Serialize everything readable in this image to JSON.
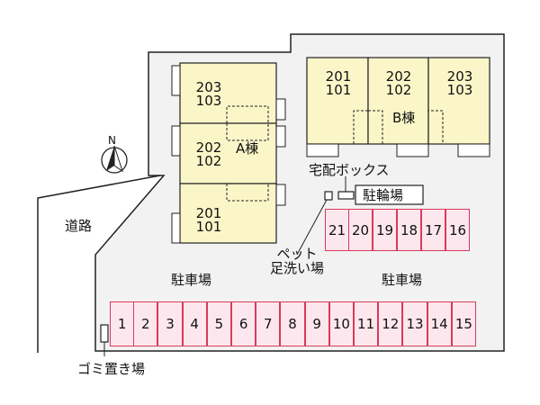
{
  "building_a": {
    "name": "A棟",
    "units": [
      {
        "upper": "203",
        "lower": "103"
      },
      {
        "upper": "202",
        "lower": "102"
      },
      {
        "upper": "201",
        "lower": "101"
      }
    ]
  },
  "building_b": {
    "name": "B棟",
    "units": [
      {
        "upper": "201",
        "lower": "101"
      },
      {
        "upper": "202",
        "lower": "102"
      },
      {
        "upper": "203",
        "lower": "103"
      }
    ]
  },
  "labels": {
    "north": "N",
    "road": "道路",
    "parcel_box": "宅配ボックス",
    "bicycle_parking": "駐輪場",
    "pet_wash_line1": "ペット",
    "pet_wash_line2": "足洗い場",
    "parking_left": "駐車場",
    "parking_right": "駐車場",
    "garbage": "ゴミ置き場"
  },
  "parking_bottom": [
    "1",
    "2",
    "3",
    "4",
    "5",
    "6",
    "7",
    "8",
    "9",
    "10",
    "11",
    "12",
    "13",
    "14",
    "15"
  ],
  "parking_top": [
    "21",
    "20",
    "19",
    "18",
    "17",
    "16"
  ],
  "colors": {
    "lot": "#f2f2f2",
    "building": "#fbf6c8",
    "parking_fill": "#fde7ee",
    "parking_border": "#d83a5e",
    "line": "#222222"
  }
}
